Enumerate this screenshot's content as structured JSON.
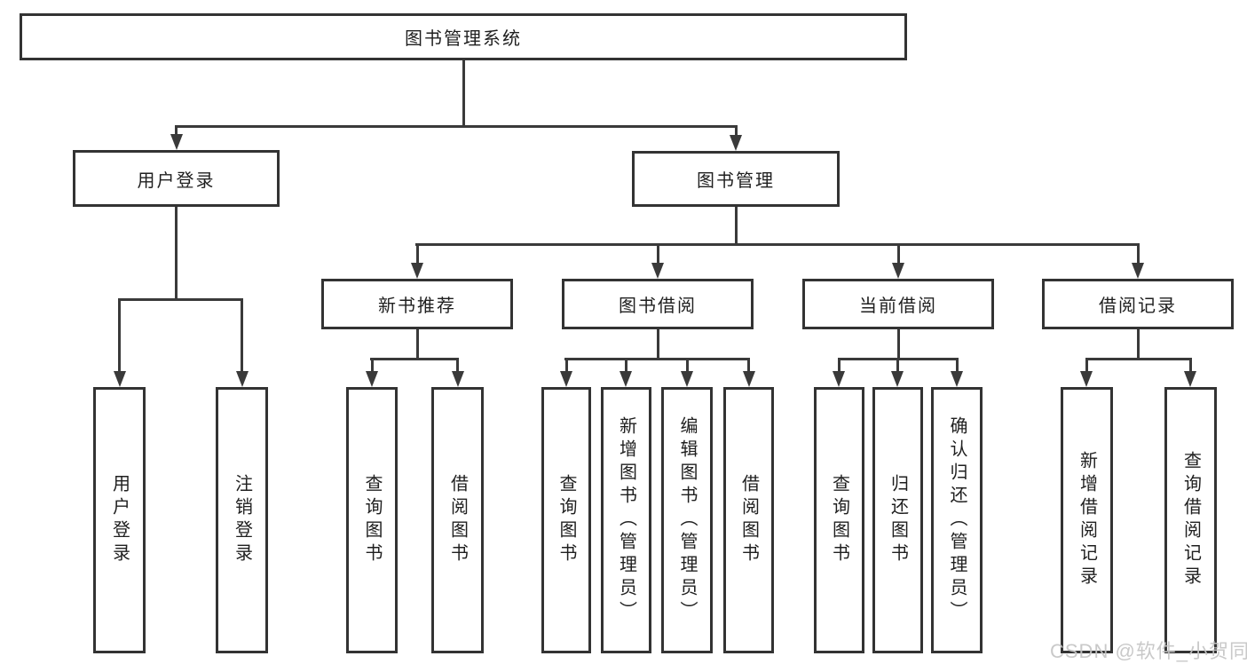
{
  "diagram": {
    "root": {
      "label": "图书管理系统",
      "children": [
        {
          "label": "用户登录",
          "children": [
            {
              "label": "用户登录"
            },
            {
              "label": "注销登录"
            }
          ]
        },
        {
          "label": "图书管理",
          "children": [
            {
              "label": "新书推荐",
              "children": [
                {
                  "label": "查询图书"
                },
                {
                  "label": "借阅图书"
                }
              ]
            },
            {
              "label": "图书借阅",
              "children": [
                {
                  "label": "查询图书"
                },
                {
                  "label": "新增图书（管理员）"
                },
                {
                  "label": "编辑图书（管理员）"
                },
                {
                  "label": "借阅图书"
                }
              ]
            },
            {
              "label": "当前借阅",
              "children": [
                {
                  "label": "查询图书"
                },
                {
                  "label": "归还图书"
                },
                {
                  "label": "确认归还（管理员）"
                }
              ]
            },
            {
              "label": "借阅记录",
              "children": [
                {
                  "label": "新增借阅记录"
                },
                {
                  "label": "查询借阅记录"
                }
              ]
            }
          ]
        }
      ]
    },
    "watermark": {
      "text": "CSDN @软件_小贺同学"
    },
    "colors": {
      "line": "#3a3a3a",
      "box_border": "#333333",
      "text": "#1f1f1f",
      "watermark": "#c5c5c5",
      "background": "#ffffff"
    }
  }
}
